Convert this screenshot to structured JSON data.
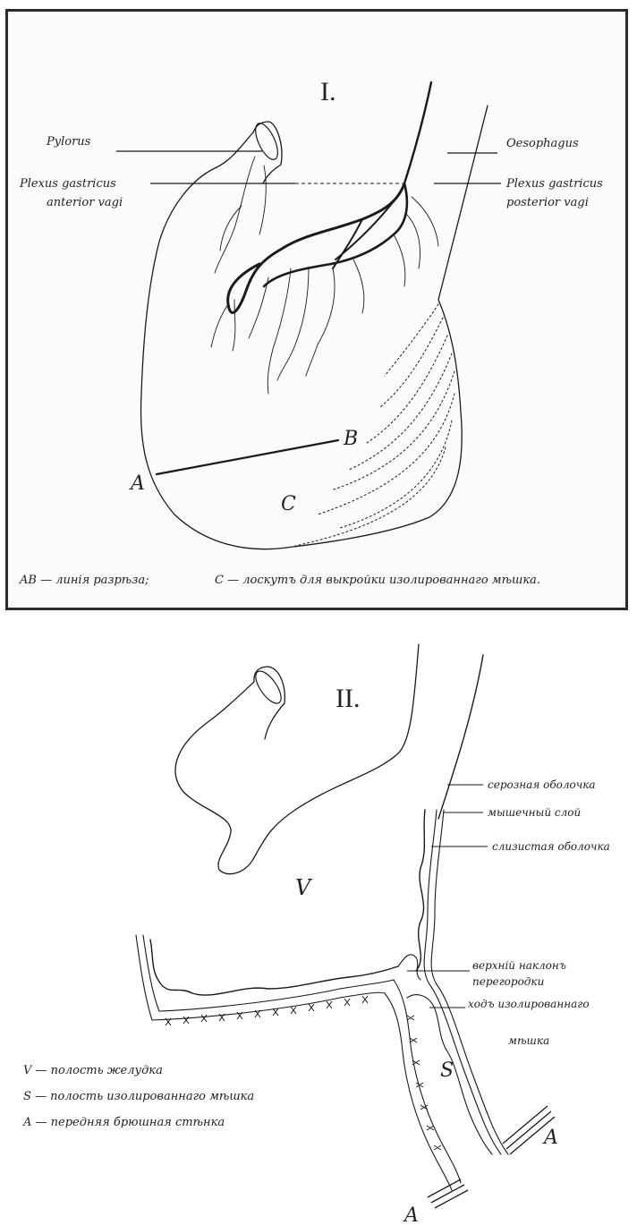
{
  "figure1": {
    "numeral": "I.",
    "labels": {
      "pylorus": "Pylorus",
      "plexus_anterior_line1": "Plexus gastricus",
      "plexus_anterior_line2": "anterior vagi",
      "oesophagus": "Oesophagus",
      "plexus_posterior_line1": "Plexus gastricus",
      "plexus_posterior_line2": "posterior vagi",
      "point_a": "A",
      "point_b": "B",
      "point_c": "C"
    },
    "legend": {
      "ab": "AB — линія разрѣза;",
      "c": "C — лоскутъ для выкройки изолированнаго мѣшка."
    }
  },
  "figure2": {
    "numeral": "II.",
    "labels": {
      "cavity_v": "V",
      "cavity_s": "S",
      "serosa": "серозная оболочка",
      "muscular": "мышечный слой",
      "mucosa": "слизистая оболочка",
      "septum_line1": "верхній наклонъ",
      "septum_line2": "перегородки",
      "passage_line1": "ходъ изолированнаго",
      "passage_line2": "мѣшка",
      "wall_a_right": "A",
      "wall_a_bottom": "A"
    },
    "legend": {
      "v": "V — полость желудка",
      "s": "S — полость изолированнаго мѣшка",
      "a": "A — передняя брюшная стѣнка"
    }
  }
}
